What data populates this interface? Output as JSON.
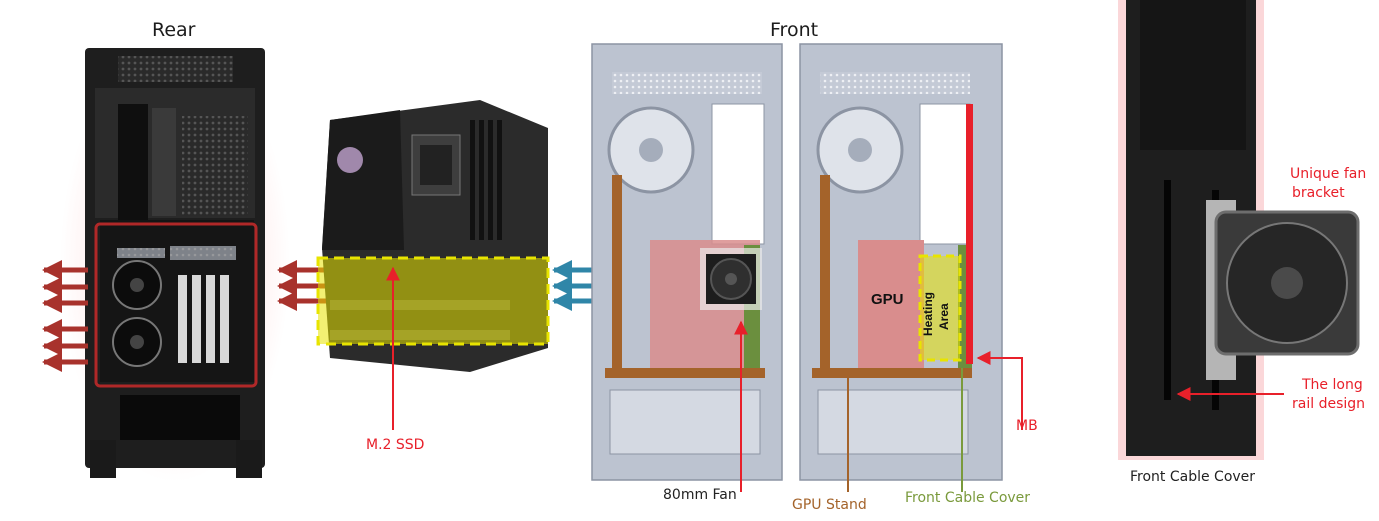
{
  "headings": {
    "rear": "Rear",
    "front": "Front"
  },
  "labels": {
    "m2_ssd": "M.2 SSD",
    "fan_80mm": "80mm Fan",
    "gpu_stand": "GPU Stand",
    "front_cable_cover": "Front Cable Cover",
    "mb": "MB",
    "gpu": "GPU",
    "heating": "Heating",
    "area": "Area",
    "unique_fan_bracket_line1": "Unique fan",
    "unique_fan_bracket_line2": "bracket",
    "long_rail_line1": "The long",
    "long_rail_line2": "rail design",
    "detail_caption": "Front Cable Cover"
  },
  "colors": {
    "annotation_red": "#e8202a",
    "gpu_stand_brown": "#a4632a",
    "cable_cover_green": "#7a9a3c",
    "heat_zone_yellow": "#e8e400",
    "airflow_exhaust": "#a8322c",
    "airflow_intake": "#2f86a8",
    "case_black": "#1e1e1e",
    "chassis_steel": "#bcc3d0"
  },
  "icons": [
    "fan-icon",
    "exhaust-arrow-icon",
    "intake-arrow-icon",
    "motherboard-icon"
  ]
}
